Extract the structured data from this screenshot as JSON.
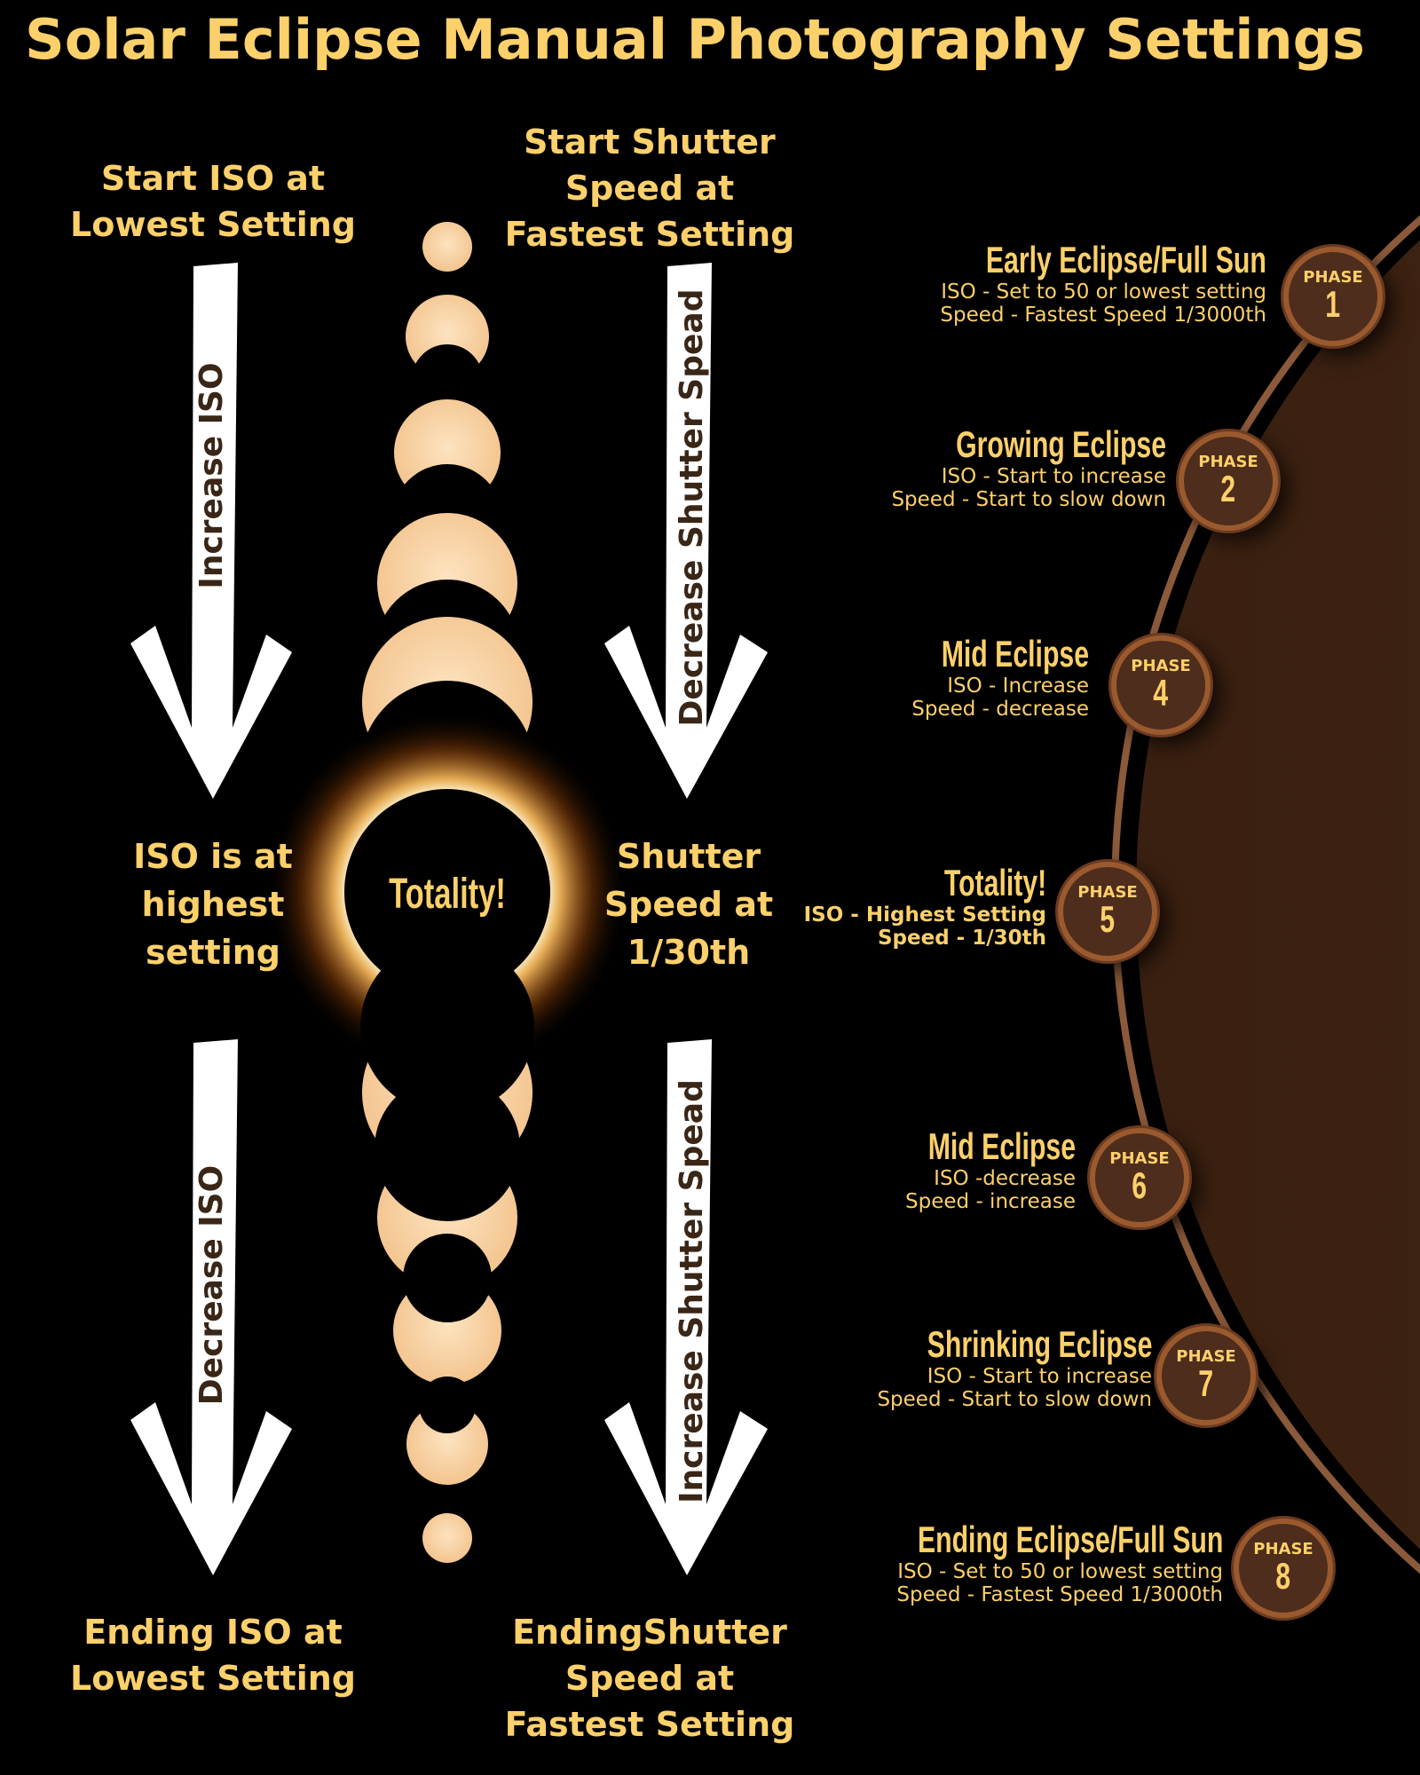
{
  "title": "Solar Eclipse Manual Photography Settings",
  "left": {
    "start": [
      "Start ISO at",
      "Lowest Setting"
    ],
    "arrow_top": "Increase ISO",
    "middle": [
      "ISO is at",
      "highest",
      "setting"
    ],
    "arrow_bottom": "Decrease ISO",
    "end": [
      "Ending ISO at",
      "Lowest Setting"
    ]
  },
  "right": {
    "start": [
      "Start Shutter",
      "Speed at",
      "Fastest Setting"
    ],
    "arrow_top": "Decrease Shutter Spead",
    "middle": [
      "Shutter",
      "Speed at",
      "1/30th"
    ],
    "arrow_bottom": "Increase Shutter Spead",
    "end": [
      "EndingShutter",
      "Speed at",
      "Fastest Setting"
    ]
  },
  "center_label": "Totality!",
  "phases": [
    {
      "label": "PHASE",
      "number": "1",
      "heading": "Early Eclipse/Full Sun",
      "iso": "ISO - Set to 50 or lowest setting",
      "speed": "Speed - Fastest Speed 1/3000th"
    },
    {
      "label": "PHASE",
      "number": "2",
      "heading": "Growing Eclipse",
      "iso": "ISO - Start to increase",
      "speed": "Speed - Start to slow down"
    },
    {
      "label": "PHASE",
      "number": "4",
      "heading": "Mid Eclipse",
      "iso": "ISO - Increase",
      "speed": "Speed - decrease"
    },
    {
      "label": "PHASE",
      "number": "5",
      "heading": "Totality!",
      "iso": "ISO - Highest Setting",
      "speed": "Speed - 1/30th"
    },
    {
      "label": "PHASE",
      "number": "6",
      "heading": "Mid Eclipse",
      "iso": "ISO -decrease",
      "speed": "Speed - increase"
    },
    {
      "label": "PHASE",
      "number": "7",
      "heading": "Shrinking Eclipse",
      "iso": "ISO - Start to increase",
      "speed": "Speed - Start to slow down"
    },
    {
      "label": "PHASE",
      "number": "8",
      "heading": "Ending Eclipse/Full Sun",
      "iso": "ISO - Set to 50 or lowest setting",
      "speed": "Speed - Fastest Speed 1/3000th"
    }
  ],
  "colors": {
    "accent": "#fcd06a",
    "brown": "#3f2416",
    "ring": "#9a5a2e",
    "sun": "#f9d3a6"
  }
}
